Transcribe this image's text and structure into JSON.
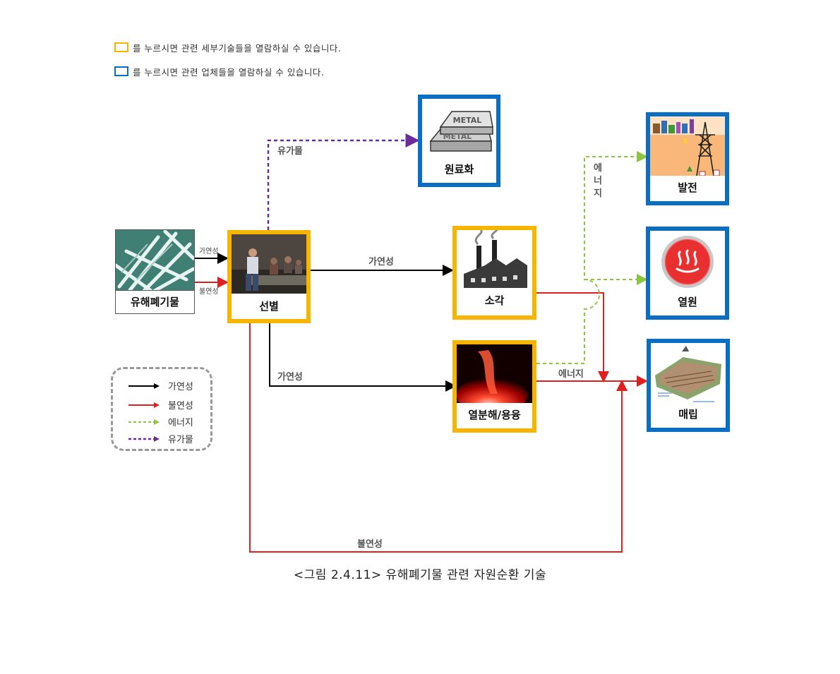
{
  "instructions": {
    "yellow_box": "를 누르시면 관련 세부기술들을 열람하실 수 있습니다.",
    "blue_box": "를 누르시면 관련 업체들을 열람하실 수 있습니다."
  },
  "nodes": {
    "waste": "유해폐기물",
    "sorting": "선별",
    "incineration": "소각",
    "pyrolysis": "열분해/용융",
    "raw_material": "원료화",
    "power": "발전",
    "heat": "열원",
    "landfill": "매립"
  },
  "edge_labels": {
    "waste_combustible": "가연성",
    "waste_noncombustible": "불연성",
    "valuables": "유가물",
    "combustible_1": "가연성",
    "combustible_2": "가연성",
    "energy_vertical": [
      "에",
      "너",
      "지"
    ],
    "energy_horizontal": "에너지",
    "noncombustible_bottom": "불연성"
  },
  "metal_text": [
    "METAL",
    "METAL"
  ],
  "legend": [
    {
      "label": "가연성",
      "color": "#000000",
      "style": "solid"
    },
    {
      "label": "불연성",
      "color": "#e02020",
      "style": "solid"
    },
    {
      "label": "에너지",
      "color": "#8cc63f",
      "style": "dashed"
    },
    {
      "label": "유가물",
      "color": "#6a2d9a",
      "style": "dashed"
    }
  ],
  "caption": "<그림 2.4.11> 유해폐기물 관련 자원순환 기술",
  "colors": {
    "yellow": "#f7b500",
    "blue": "#0a6fc2",
    "black": "#000000",
    "red": "#e02020",
    "green": "#8cc63f",
    "purple": "#6a2d9a"
  }
}
